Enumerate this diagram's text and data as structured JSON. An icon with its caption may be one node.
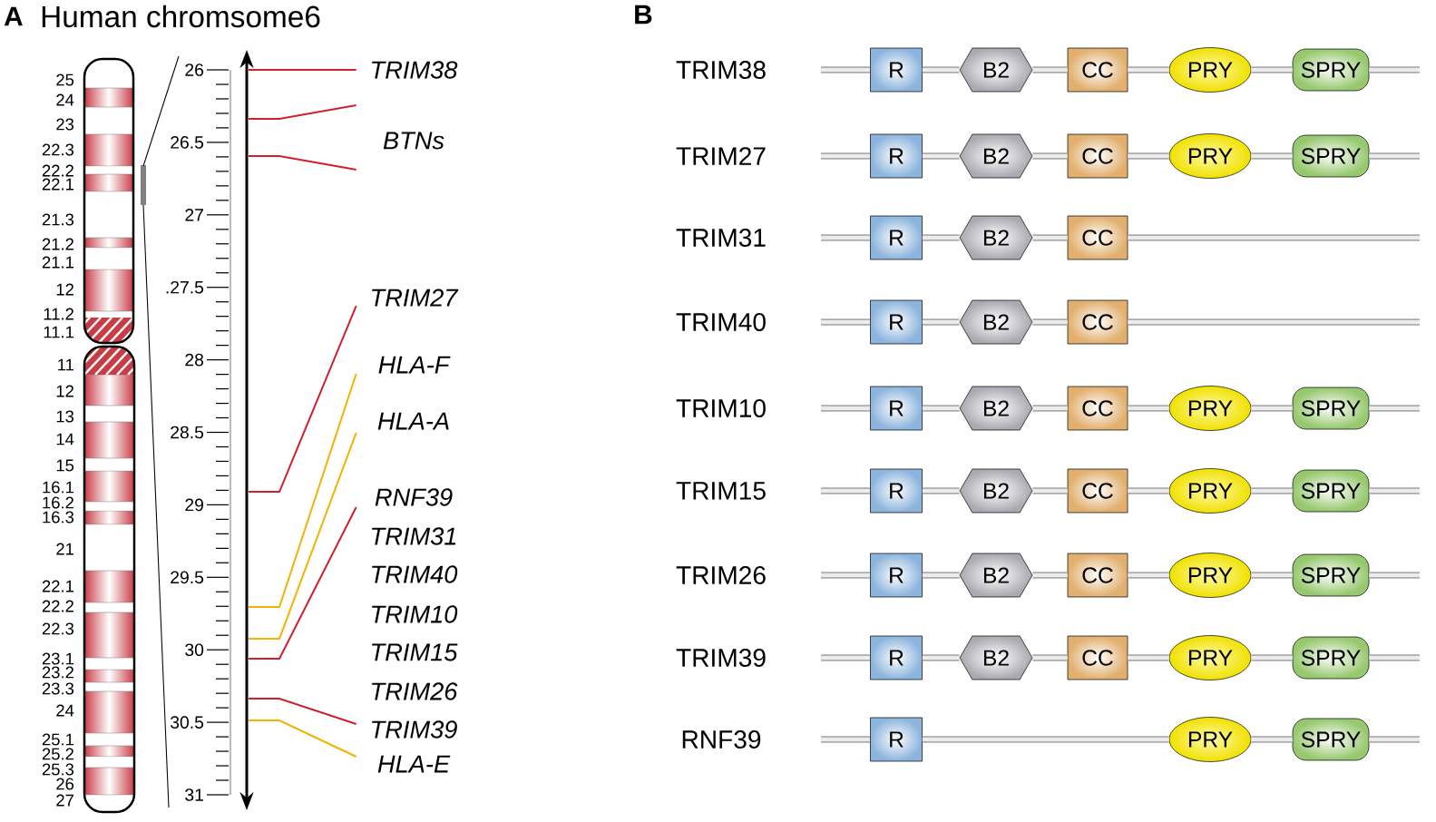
{
  "diagram": {
    "nodes": [
      {
        "text": [
          "TRIM38"
        ]
      },
      {
        "text": [
          "BTNs"
        ]
      },
      {
        "text": [
          "TRIM27"
        ]
      },
      {
        "text": [
          "HLA-F"
        ]
      },
      {
        "text": [
          "HLA-A"
        ]
      },
      {
        "text": [
          "RNF39"
        ]
      },
      {
        "text": [
          "TRIM31"
        ]
      },
      {
        "text": [
          "TRIM40"
        ]
      },
      {
        "text": [
          "TRIM10"
        ]
      },
      {
        "text": [
          "TRIM15"
        ]
      },
      {
        "text": [
          "TRIM26"
        ]
      },
      {
        "text": [
          "TRIM39"
        ]
      },
      {
        "text": [
          "HLA-E"
        ]
      },
      {
        "text": [
          "R"
        ]
      },
      {
        "text": [
          "B2"
        ]
      },
      {
        "text": [
          "CC"
        ]
      },
      {
        "text": [
          "PRY"
        ]
      },
      {
        "text": [
          "SPRY"
        ]
      },
      {
        "text": [
          "R"
        ]
      },
      {
        "text": [
          "B2"
        ]
      },
      {
        "text": [
          "CC"
        ]
      },
      {
        "text": [
          "PRY"
        ]
      },
      {
        "text": [
          "SPRY"
        ]
      },
      {
        "text": [
          "R"
        ]
      },
      {
        "text": [
          "B2"
        ]
      },
      {
        "text": [
          "CC"
        ]
      },
      {
        "text": [
          "R"
        ]
      },
      {
        "text": [
          "B2"
        ]
      },
      {
        "text": [
          "CC"
        ]
      },
      {
        "text": [
          "R"
        ]
      },
      {
        "text": [
          "B2"
        ]
      },
      {
        "text": [
          "CC"
        ]
      },
      {
        "text": [
          "PRY"
        ]
      },
      {
        "text": [
          "SPRY"
        ]
      },
      {
        "text": [
          "R"
        ]
      },
      {
        "text": [
          "B2"
        ]
      },
      {
        "text": [
          "CC"
        ]
      },
      {
        "text": [
          "PRY"
        ]
      },
      {
        "text": [
          "SPRY"
        ]
      },
      {
        "text": [
          "R"
        ]
      },
      {
        "text": [
          "B2"
        ]
      },
      {
        "text": [
          "CC"
        ]
      },
      {
        "text": [
          "PRY"
        ]
      },
      {
        "text": [
          "SPRY"
        ]
      },
      {
        "text": [
          "R"
        ]
      },
      {
        "text": [
          "B2"
        ]
      },
      {
        "text": [
          "CC"
        ]
      },
      {
        "text": [
          "PRY"
        ]
      },
      {
        "text": [
          "SPRY"
        ]
      },
      {
        "text": [
          "R"
        ]
      },
      {
        "text": [
          "PRY"
        ]
      },
      {
        "text": [
          "SPRY"
        ]
      }
    ],
    "edges": [
      {
        "from": null,
        "to": 0,
        "arrow": "none",
        "color": "#d0202e"
      },
      {
        "from": null,
        "to": 1,
        "arrow": "none",
        "color": "#d0202e"
      },
      {
        "from": null,
        "to": 1,
        "arrow": "none",
        "color": "#d0202e"
      },
      {
        "from": null,
        "to": 2,
        "arrow": "none",
        "color": "#d0202e"
      },
      {
        "from": null,
        "to": 3,
        "arrow": "none",
        "color": "#f2b200"
      },
      {
        "from": null,
        "to": 4,
        "arrow": "none",
        "color": "#f2b200"
      },
      {
        "from": null,
        "to": 5,
        "arrow": "none",
        "color": "#d0202e"
      },
      {
        "from": null,
        "to": 11,
        "arrow": "none",
        "color": "#d0202e"
      },
      {
        "from": null,
        "to": 12,
        "arrow": "none",
        "color": "#f2b200"
      },
      {
        "from": 13,
        "to": 14,
        "arrow": "none"
      },
      {
        "from": 14,
        "to": 15,
        "arrow": "none"
      },
      {
        "from": 15,
        "to": 16,
        "arrow": "none"
      },
      {
        "from": 16,
        "to": 17,
        "arrow": "none"
      },
      {
        "from": 18,
        "to": 19,
        "arrow": "none"
      },
      {
        "from": 19,
        "to": 20,
        "arrow": "none"
      },
      {
        "from": 20,
        "to": 21,
        "arrow": "none"
      },
      {
        "from": 21,
        "to": 22,
        "arrow": "none"
      },
      {
        "from": 23,
        "to": 24,
        "arrow": "none"
      },
      {
        "from": 24,
        "to": 25,
        "arrow": "none"
      },
      {
        "from": 26,
        "to": 27,
        "arrow": "none"
      },
      {
        "from": 27,
        "to": 28,
        "arrow": "none"
      },
      {
        "from": 29,
        "to": 30,
        "arrow": "none"
      },
      {
        "from": 30,
        "to": 31,
        "arrow": "none"
      },
      {
        "from": 31,
        "to": 32,
        "arrow": "none"
      },
      {
        "from": 32,
        "to": 33,
        "arrow": "none"
      },
      {
        "from": 34,
        "to": 35,
        "arrow": "none"
      },
      {
        "from": 35,
        "to": 36,
        "arrow": "none"
      },
      {
        "from": 36,
        "to": 37,
        "arrow": "none"
      },
      {
        "from": 37,
        "to": 38,
        "arrow": "none"
      },
      {
        "from": 39,
        "to": 40,
        "arrow": "none"
      },
      {
        "from": 40,
        "to": 41,
        "arrow": "none"
      },
      {
        "from": 41,
        "to": 42,
        "arrow": "none"
      },
      {
        "from": 42,
        "to": 43,
        "arrow": "none"
      },
      {
        "from": 44,
        "to": 45,
        "arrow": "none"
      },
      {
        "from": 45,
        "to": 46,
        "arrow": "none"
      },
      {
        "from": 46,
        "to": 47,
        "arrow": "none"
      },
      {
        "from": 47,
        "to": 48,
        "arrow": "none"
      },
      {
        "from": 49,
        "to": 50,
        "arrow": "none"
      },
      {
        "from": 50,
        "to": 51,
        "arrow": "none"
      }
    ],
    "labels": [
      "A",
      "Human chromsome6",
      "B",
      "25",
      "24",
      "23",
      "22.3",
      "22.2",
      "22.1",
      "21.3",
      "21.2",
      "21.1",
      "12",
      "11.2",
      "11.1",
      "11",
      "12",
      "13",
      "14",
      "15",
      "16.1",
      "16.2",
      "16.3",
      "21",
      "22.1",
      "22.2",
      "22.3",
      "23.1",
      "23.2",
      "23.3",
      "24",
      "25.1",
      "25.2",
      "25.3",
      "26",
      "27",
      "26",
      "26.5",
      "27",
      ".27.5",
      "28",
      "28.5",
      "29",
      "29.5",
      "30",
      "30.5",
      "31",
      "TRIM38",
      "TRIM27",
      "TRIM31",
      "TRIM40",
      "TRIM10",
      "TRIM15",
      "TRIM26",
      "TRIM39",
      "RNF39"
    ]
  }
}
